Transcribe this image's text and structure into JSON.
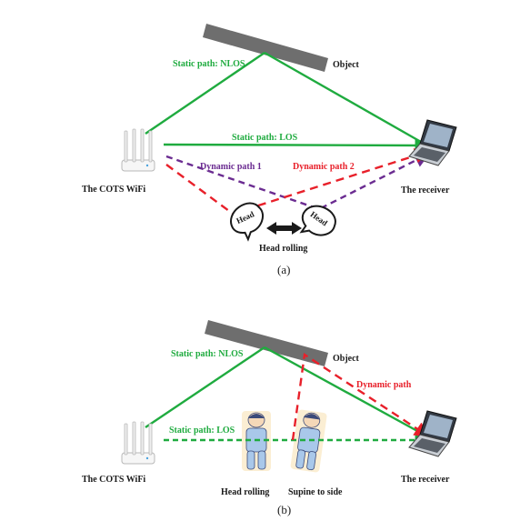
{
  "colors": {
    "los_nlos": "#1fab3f",
    "dynamic_red": "#e8202a",
    "dynamic_purple": "#6b2c91",
    "object": "#6e6e6e",
    "text": "#1a1a1a"
  },
  "panel_a": {
    "object_label": "Object",
    "nlos_label": "Static path: NLOS",
    "los_label": "Static path: LOS",
    "dynamic1_label": "Dynamic path 1",
    "dynamic2_label": "Dynamic path 2",
    "wifi_label": "The COTS WiFi",
    "receiver_label": "The receiver",
    "head_text": "Head",
    "head_rolling_label": "Head rolling",
    "caption": "(a)"
  },
  "panel_b": {
    "object_label": "Object",
    "nlos_label": "Static path: NLOS",
    "los_label": "Static path: LOS",
    "dynamic_label": "Dynamic path",
    "wifi_label": "The COTS WiFi",
    "receiver_label": "The receiver",
    "head_rolling_label": "Head rolling",
    "supine_label": "Supine to side",
    "caption": "(b)"
  },
  "icons": [
    "router-icon",
    "laptop-icon",
    "head-icon",
    "sleeper-icon",
    "double-arrow-icon"
  ]
}
